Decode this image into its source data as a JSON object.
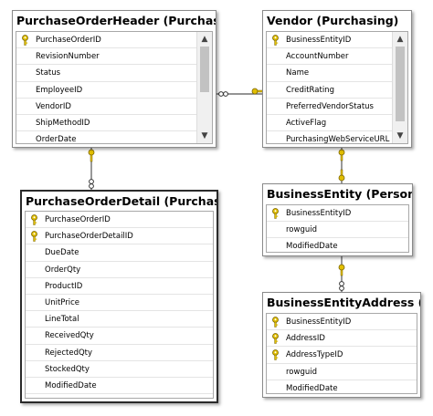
{
  "tables": {
    "poh": {
      "title": "PurchaseOrderHeader (Purchasing)",
      "rows": [
        {
          "name": "PurchaseOrderID",
          "key": true
        },
        {
          "name": "RevisionNumber",
          "key": false
        },
        {
          "name": "Status",
          "key": false
        },
        {
          "name": "EmployeeID",
          "key": false
        },
        {
          "name": "VendorID",
          "key": false
        },
        {
          "name": "ShipMethodID",
          "key": false
        },
        {
          "name": "OrderDate",
          "key": false
        }
      ]
    },
    "vendor": {
      "title": "Vendor (Purchasing)",
      "rows": [
        {
          "name": "BusinessEntityID",
          "key": true
        },
        {
          "name": "AccountNumber",
          "key": false
        },
        {
          "name": "Name",
          "key": false
        },
        {
          "name": "CreditRating",
          "key": false
        },
        {
          "name": "PreferredVendorStatus",
          "key": false
        },
        {
          "name": "ActiveFlag",
          "key": false
        },
        {
          "name": "PurchasingWebServiceURL",
          "key": false
        }
      ]
    },
    "pod": {
      "title": "PurchaseOrderDetail (Purchasing)",
      "rows": [
        {
          "name": "PurchaseOrderID",
          "key": true
        },
        {
          "name": "PurchaseOrderDetailID",
          "key": true
        },
        {
          "name": "DueDate",
          "key": false
        },
        {
          "name": "OrderQty",
          "key": false
        },
        {
          "name": "ProductID",
          "key": false
        },
        {
          "name": "UnitPrice",
          "key": false
        },
        {
          "name": "LineTotal",
          "key": false
        },
        {
          "name": "ReceivedQty",
          "key": false
        },
        {
          "name": "RejectedQty",
          "key": false
        },
        {
          "name": "StockedQty",
          "key": false
        },
        {
          "name": "ModifiedDate",
          "key": false
        }
      ]
    },
    "be": {
      "title": "BusinessEntity (Person)",
      "rows": [
        {
          "name": "BusinessEntityID",
          "key": true
        },
        {
          "name": "rowguid",
          "key": false
        },
        {
          "name": "ModifiedDate",
          "key": false
        }
      ]
    },
    "bea": {
      "title": "BusinessEntityAddress (Pers",
      "rows": [
        {
          "name": "BusinessEntityID",
          "key": true
        },
        {
          "name": "AddressID",
          "key": true
        },
        {
          "name": "AddressTypeID",
          "key": true
        },
        {
          "name": "rowguid",
          "key": false
        },
        {
          "name": "ModifiedDate",
          "key": false
        }
      ]
    }
  },
  "colors": {
    "key_gold": "#d9b200",
    "border": "#8a8a8a",
    "line": "#555555"
  },
  "icons": {
    "primary_key": "key-icon",
    "scroll_up": "chevron-up-icon",
    "scroll_down": "chevron-down-icon"
  }
}
